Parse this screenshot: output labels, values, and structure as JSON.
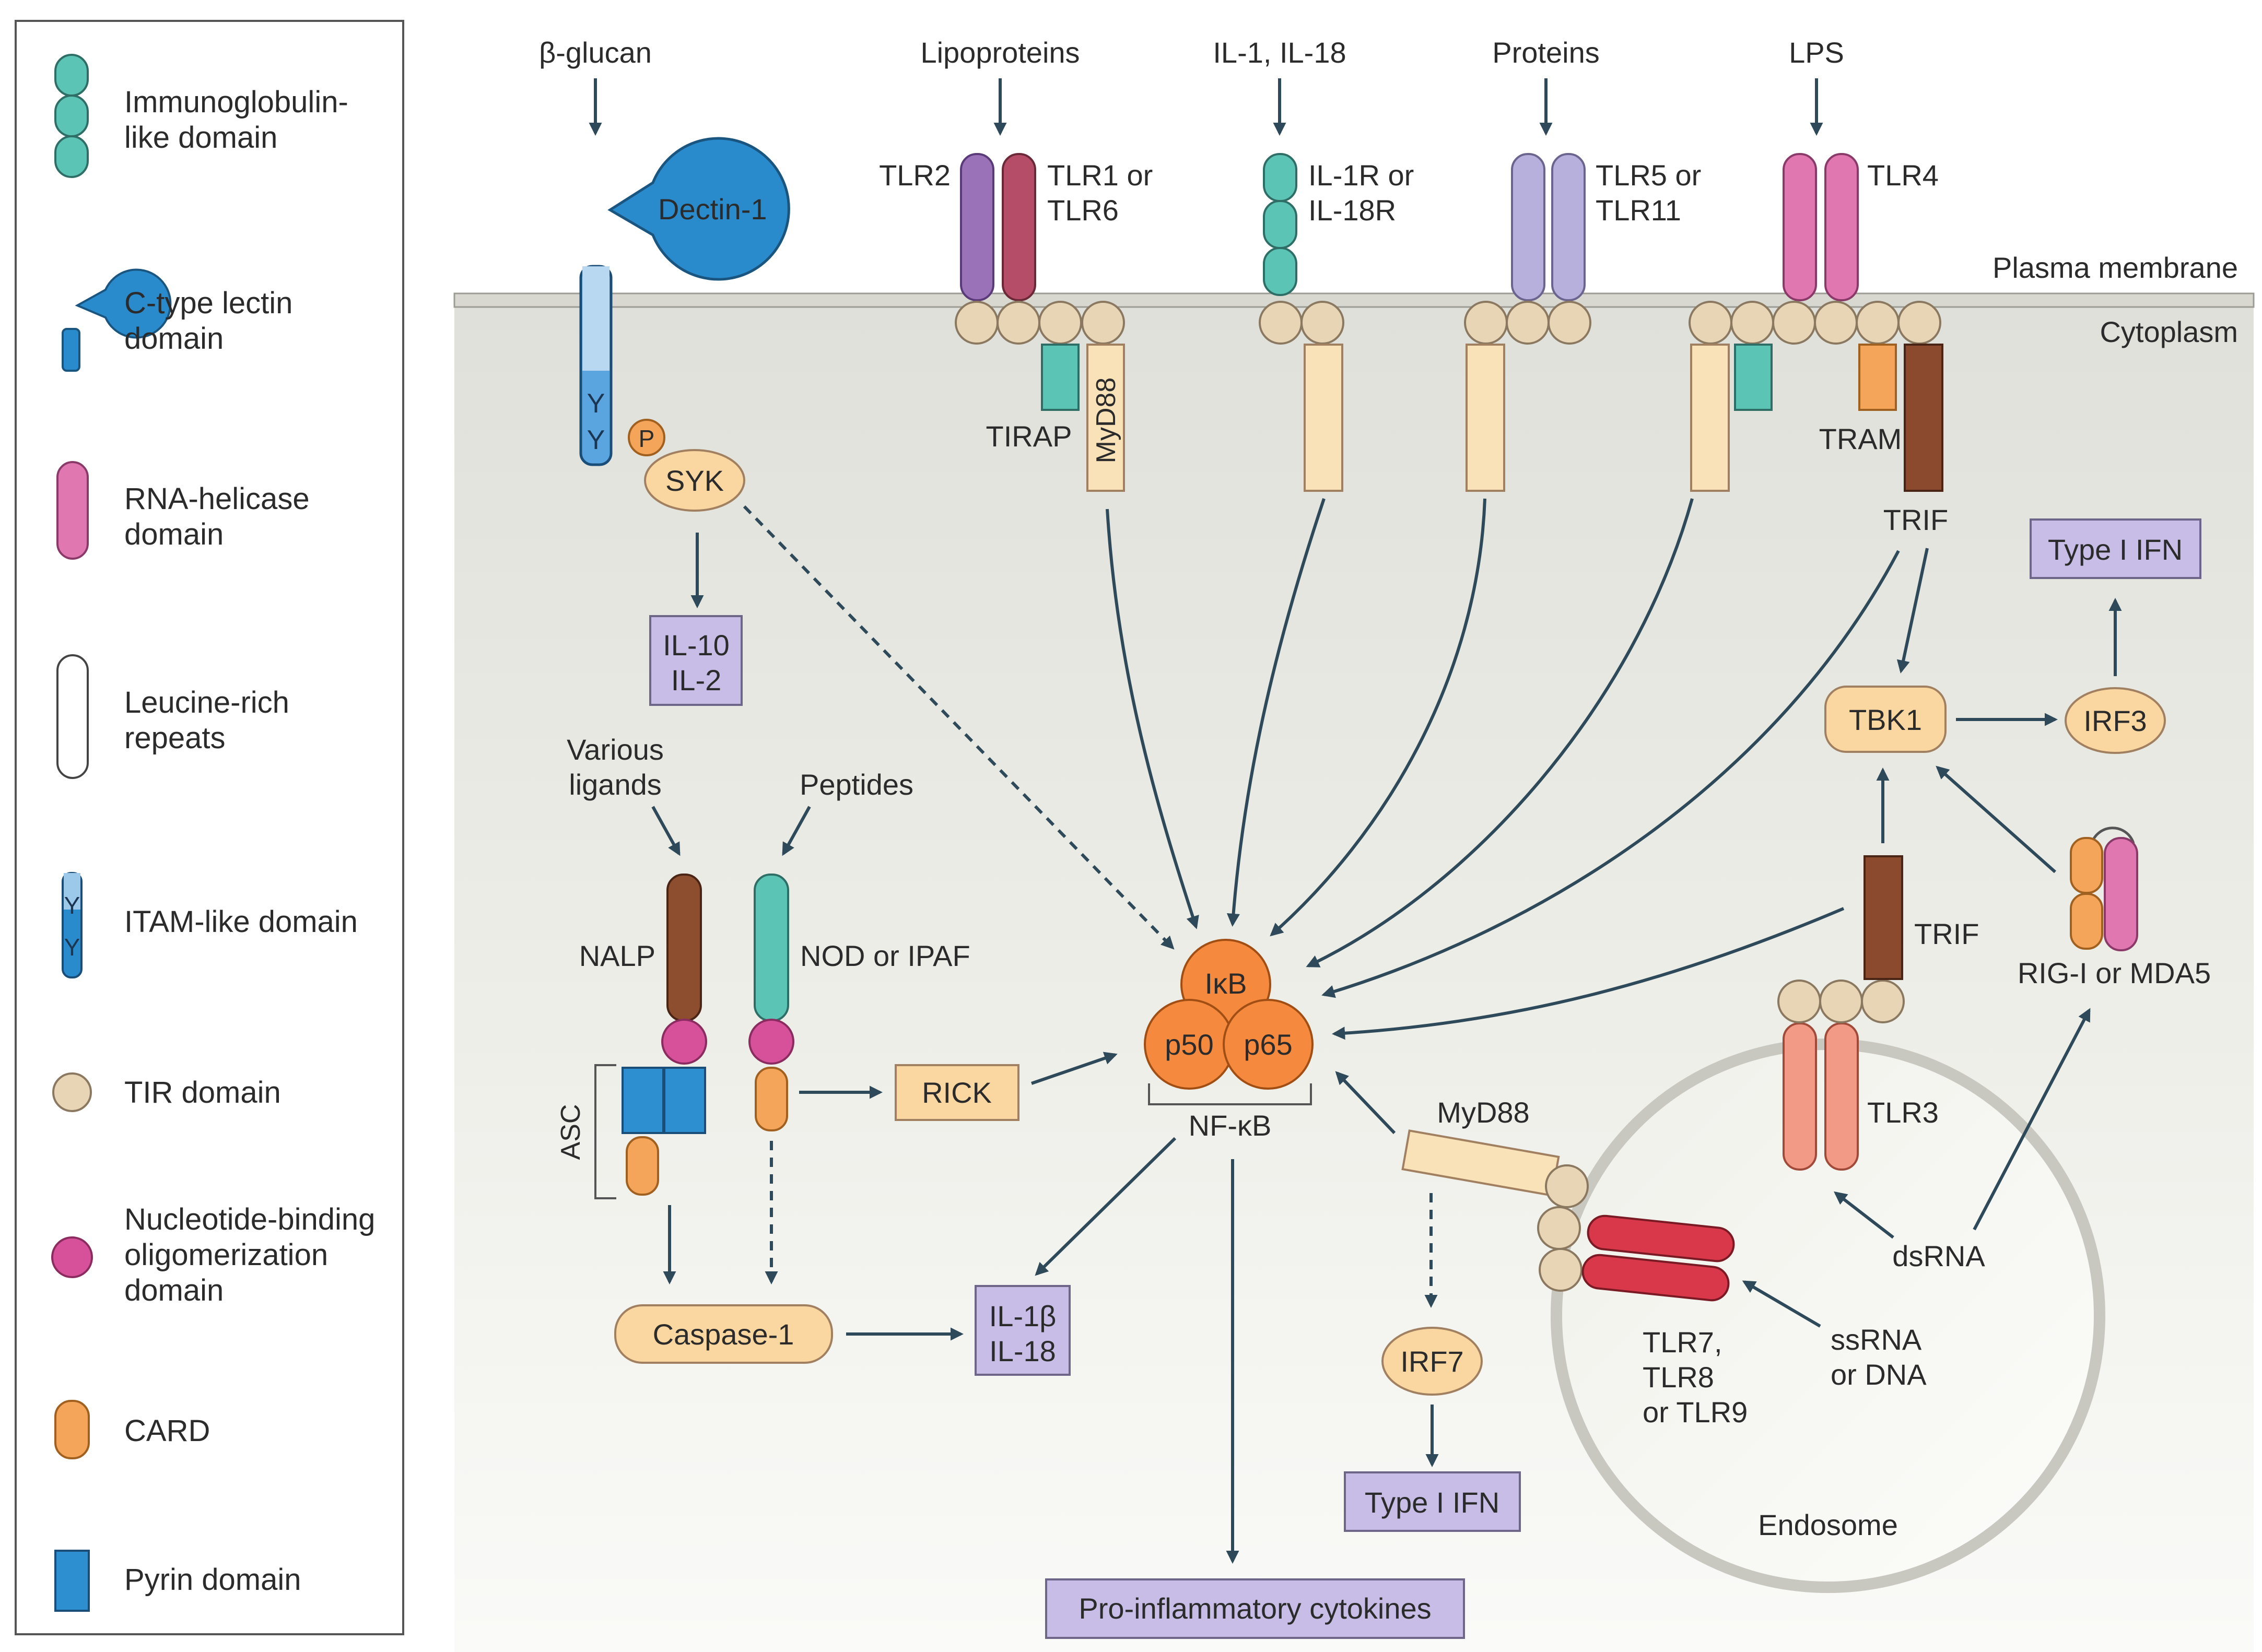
{
  "legend": {
    "immunoglobulin": [
      "Immunoglobulin-",
      "like domain"
    ],
    "ctype": [
      "C-type lectin",
      "domain"
    ],
    "rna_helicase": [
      "RNA-helicase",
      "domain"
    ],
    "lrr": [
      "Leucine-rich",
      "repeats"
    ],
    "itam": [
      "ITAM-like domain"
    ],
    "itam_glyph": "Y",
    "tir": [
      "TIR domain"
    ],
    "nod": [
      "Nucleotide-binding",
      "oligomerization",
      "domain"
    ],
    "card": [
      "CARD"
    ],
    "pyrin": [
      "Pyrin domain"
    ]
  },
  "regions": {
    "plasma_membrane": "Plasma membrane",
    "cytoplasm": "Cytoplasm",
    "endosome": "Endosome"
  },
  "ligands": {
    "beta_glucan": "β-glucan",
    "lipoproteins": "Lipoproteins",
    "il1_il18": "IL-1, IL-18",
    "proteins": "Proteins",
    "lps": "LPS",
    "various": [
      "Various",
      "ligands"
    ],
    "peptides": "Peptides",
    "dsrna": "dsRNA",
    "ssrna": [
      "ssRNA",
      "or DNA"
    ]
  },
  "receptors": {
    "dectin1": "Dectin-1",
    "dectin_y": "Y",
    "tlr2": "TLR2",
    "tlr1_6": [
      "TLR1 or",
      "TLR6"
    ],
    "il1r": [
      "IL-1R or",
      "IL-18R"
    ],
    "tlr5": [
      "TLR5 or",
      "TLR11"
    ],
    "tlr4": "TLR4",
    "tlr3": "TLR3",
    "tlr789": [
      "TLR7,",
      "TLR8",
      "or TLR9"
    ],
    "nalp": "NALP",
    "nod_ipaf": "NOD or IPAF",
    "asc": "ASC",
    "rigi": "RIG-I or MDA5"
  },
  "adaptors": {
    "tirap": "TIRAP",
    "myd88": "MyD88",
    "tram": "TRAM",
    "trif": "TRIF",
    "trif_endo": "TRIF",
    "myd88_endo": "MyD88"
  },
  "signaling": {
    "p": "P",
    "syk": "SYK",
    "tbk1": "TBK1",
    "irf3": "IRF3",
    "irf7": "IRF7",
    "rick": "RICK",
    "caspase": "Caspase-1",
    "ikb": "IκB",
    "p50": "p50",
    "p65": "p65",
    "nfkb": "NF-κB"
  },
  "outputs": {
    "il10": [
      "IL-10",
      "IL-2"
    ],
    "il1b": [
      "IL-1β",
      "IL-18"
    ],
    "ifn_top": "Type I IFN",
    "ifn_bottom": "Type I IFN",
    "proinflam": "Pro-inflammatory cytokines"
  },
  "colors": {
    "immunoglobulin": "#5cc4b4",
    "ctype": "#2a8bcc",
    "rna_helicase": "#e077b0",
    "tir": "#e8d5b5",
    "nod": "#d7509a",
    "card": "#f5a55a",
    "pyrin": "#2d8fd0",
    "tlr2": "#9a72b8",
    "tlr1": "#b54d68",
    "tlr5": "#b7b0dc",
    "tlr3": "#f39a86",
    "tlr7": "#d8384a",
    "trif": "#8b4a2e",
    "nalp": "#8d4e30",
    "adaptor": "#fae2b8",
    "signal": "#fad7a0",
    "nfkb": "#f58a3e",
    "output": "#c7bde6",
    "arrow": "#2e4a5a"
  }
}
